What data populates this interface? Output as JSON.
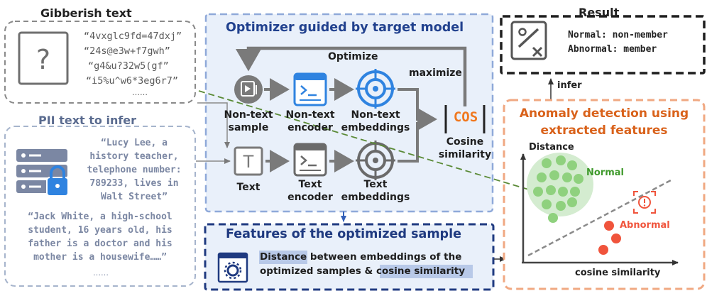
{
  "gibberish": {
    "title": "Gibberish text",
    "lines": [
      "“4vxglc9fd=47dxj”",
      "“24s@e3w+f7gwh”",
      "“g4&u?32w5(gf”",
      "“i5%u^w6*3eg6r7”"
    ],
    "ellipsis": "……"
  },
  "pii": {
    "title": "PII text to infer",
    "sample1": [
      "“Lucy Lee, a",
      "history teacher,",
      "telephone number:",
      "789233, lives in",
      "Walt Street”"
    ],
    "sample2": [
      "“Jack White, a high-school",
      "student, 16 years old, his",
      "father is a doctor and his",
      "mother is a housewife……”"
    ],
    "ellipsis": "……"
  },
  "optimizer": {
    "title": "Optimizer guided by target model",
    "optimize_label": "Optimize",
    "maximize_label": "maximize",
    "non_text_sample": [
      "Non-text",
      "sample"
    ],
    "non_text_encoder": [
      "Non-text",
      "encoder"
    ],
    "non_text_embeddings": [
      "Non-text",
      "embeddings"
    ],
    "text": "Text",
    "text_encoder": [
      "Text",
      "encoder"
    ],
    "text_embeddings": [
      "Text",
      "embeddings"
    ],
    "cos_icon": "COS",
    "cosine_similarity": [
      "Cosine",
      "similarity"
    ]
  },
  "features": {
    "title": "Features of the optimized sample",
    "line1_highlight": "Distance",
    "line1_rest": " between embeddings of the",
    "line2_start": "optimized samples & ",
    "line2_highlight": "cosine similarity"
  },
  "result": {
    "title": "Result",
    "normal": "Normal: non-member",
    "abnormal": "Abnormal: member",
    "infer_label": "infer"
  },
  "anomaly": {
    "title": [
      "Anomaly detection using",
      "extracted features"
    ],
    "y_axis": "Distance",
    "x_axis": "cosine similarity",
    "normal_label": "Normal",
    "abnormal_label": "Abnormal"
  },
  "colors": {
    "blue_box_border": "#8fa9d9",
    "blue_box_fill": "#e9f0fa",
    "dark_blue": "#21418e",
    "orange": "#f0a882",
    "orange_title": "#d9621b",
    "normal_green": "#8fd17e",
    "normal_label": "#3f9a2c",
    "abnormal_red": "#f0543c",
    "highlight": "#b8c9e8",
    "icon_blue": "#2f83e0",
    "gray_icon": "#7a7a7a",
    "dashed_green": "#5a8a36"
  }
}
